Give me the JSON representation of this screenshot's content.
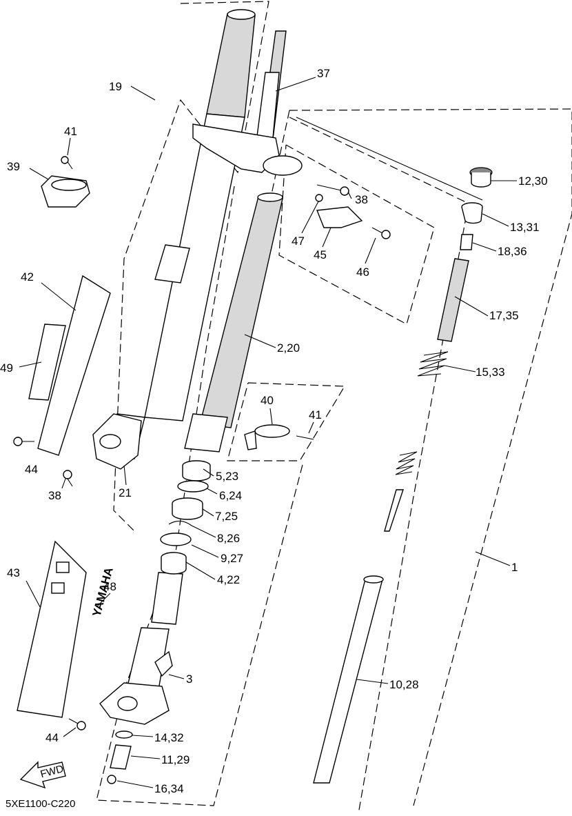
{
  "diagram_code": "5XE1100-C220",
  "fwd_label": "FWD",
  "brand_decal_text": "YAMAHA",
  "callouts": [
    "19",
    "37",
    "41",
    "39",
    "12,30",
    "38",
    "13,31",
    "47",
    "45",
    "18,36",
    "46",
    "42",
    "17,35",
    "2,20",
    "49",
    "15,33",
    "40",
    "41",
    "44",
    "5,23",
    "21",
    "38",
    "6,24",
    "7,25",
    "8,26",
    "9,27",
    "43",
    "4,22",
    "48",
    "1",
    "3",
    "10,28",
    "44",
    "14,32",
    "11,29",
    "16,34"
  ]
}
